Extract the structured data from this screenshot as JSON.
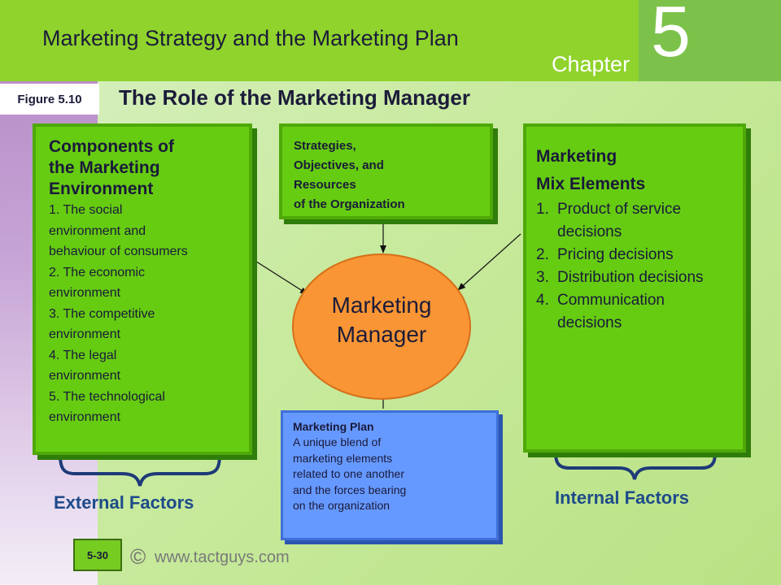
{
  "header": {
    "title": "Marketing Strategy and the Marketing Plan",
    "chapter_label": "Chapter",
    "chapter_number": "5"
  },
  "figure_label": "Figure 5.10",
  "main_title": "The Role of the Marketing Manager",
  "environment": {
    "title_lines": [
      "Components of",
      "the Marketing",
      "Environment"
    ],
    "items": [
      "1. The social",
      "environment and",
      "behaviour of consumers",
      "2. The economic",
      "environment",
      "3. The competitive",
      "environment",
      "4. The legal",
      "environment",
      "5. The technological",
      "environment"
    ]
  },
  "strategies": {
    "lines": [
      "Strategies,",
      "Objectives, and",
      "Resources",
      "of the Organization"
    ]
  },
  "mix": {
    "title_lines": [
      "Marketing",
      "Mix Elements"
    ],
    "items": [
      {
        "num": "1.",
        "lines": [
          "Product of service",
          "decisions"
        ]
      },
      {
        "num": "2.",
        "lines": [
          "Pricing decisions"
        ]
      },
      {
        "num": "3.",
        "lines": [
          "Distribution decisions"
        ]
      },
      {
        "num": "4.",
        "lines": [
          "Communication",
          "decisions"
        ]
      }
    ]
  },
  "manager": {
    "line1": "Marketing",
    "line2": "Manager"
  },
  "plan": {
    "title": "Marketing Plan",
    "lines": [
      "A unique blend of",
      "marketing elements",
      "related to one another",
      "and the forces bearing",
      "on the organization"
    ]
  },
  "external_label": "External Factors",
  "internal_label": "Internal Factors",
  "page_number": "5-30",
  "copyright_symbol": "©",
  "website": "www.tactguys.com",
  "colors": {
    "header_green": "#8fd32c",
    "box_green": "#66cc11",
    "box_blue": "#6699ff",
    "manager_orange": "#f99534",
    "label_blue": "#1e4a8a"
  }
}
